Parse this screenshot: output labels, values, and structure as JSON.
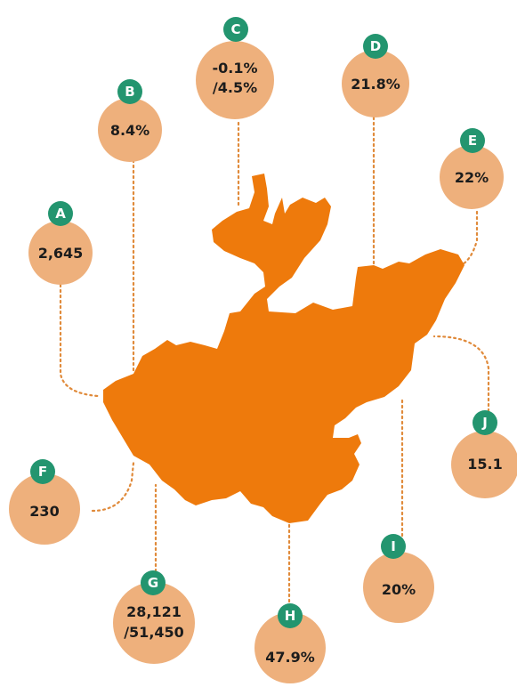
{
  "colors": {
    "map_fill": "#ee7a0c",
    "bubble_fill": "#eeb07c",
    "badge_fill": "#23956f",
    "badge_text": "#ffffff",
    "value_text": "#1c1c1c",
    "leader_line": "#e08a3a"
  },
  "callouts": [
    {
      "id": "A",
      "letter": "A",
      "lines": [
        "2,645"
      ]
    },
    {
      "id": "B",
      "letter": "B",
      "lines": [
        "8.4%"
      ]
    },
    {
      "id": "C",
      "letter": "C",
      "lines": [
        "-0.1%",
        "/4.5%"
      ]
    },
    {
      "id": "D",
      "letter": "D",
      "lines": [
        "21.8%"
      ]
    },
    {
      "id": "E",
      "letter": "E",
      "lines": [
        "22%"
      ]
    },
    {
      "id": "F",
      "letter": "F",
      "lines": [
        "230"
      ]
    },
    {
      "id": "G",
      "letter": "G",
      "lines": [
        "28,121",
        "/51,450"
      ]
    },
    {
      "id": "H",
      "letter": "H",
      "lines": [
        "47.9%"
      ]
    },
    {
      "id": "I",
      "letter": "I",
      "lines": [
        "20%"
      ]
    },
    {
      "id": "J",
      "letter": "J",
      "lines": [
        "15.1"
      ]
    }
  ]
}
